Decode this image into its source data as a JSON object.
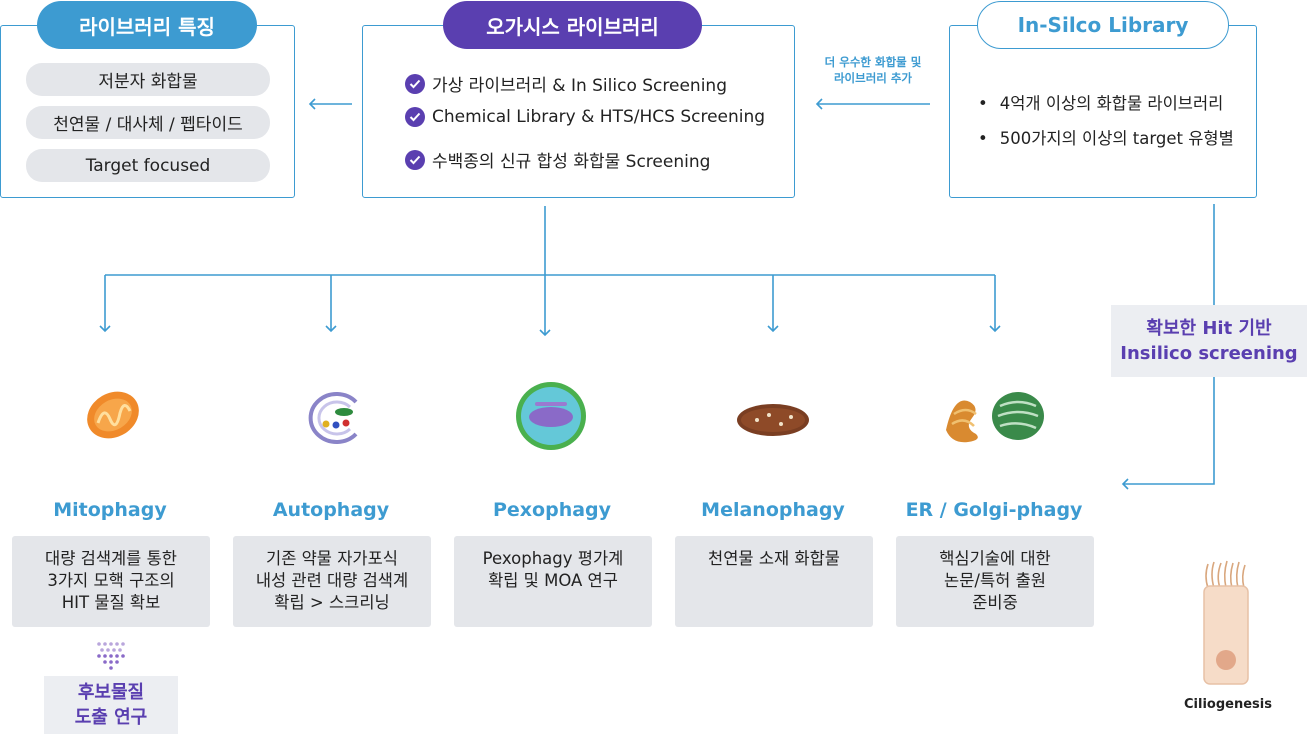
{
  "features": {
    "title": "라이브러리 특징",
    "items": [
      "저분자 화합물",
      "천연물 / 대사체 / 펩타이드",
      "Target focused"
    ]
  },
  "oasis": {
    "title": "오가시스 라이브러리",
    "items": [
      "가상 라이브러리 & In Silico Screening",
      "Chemical Library & HTS/HCS Screening",
      "수백종의 신규 합성 화합물 Screening"
    ]
  },
  "insilico": {
    "title": "In-Silco Library",
    "items": [
      "4억개 이상의 화합물 라이브러리",
      "500가지의 이상의 target 유형별"
    ]
  },
  "arrow_note": {
    "line1": "더 우수한 화합물 및",
    "line2": "라이브러리 추가"
  },
  "hit_label": {
    "line1": "확보한 Hit 기반",
    "line2": "Insilico screening"
  },
  "phagies": [
    {
      "name": "Mitophagy",
      "desc": "대량 검색계를 통한\n3가지 모핵 구조의\nHIT 물질 확보",
      "icon": "mitochondria-icon"
    },
    {
      "name": "Autophagy",
      "desc": "기존 약물 자가포식\n내성 관련 대량 검색계\n확립 > 스크리닝",
      "icon": "autophagosome-icon"
    },
    {
      "name": "Pexophagy",
      "desc": "Pexophagy 평가계\n확립 및 MOA 연구",
      "icon": "peroxisome-icon"
    },
    {
      "name": "Melanophagy",
      "desc": "천연물 소재 화합물",
      "icon": "melanosome-icon"
    },
    {
      "name": "ER / Golgi-phagy",
      "desc": "핵심기술에 대한\n논문/특허 출원\n준비중",
      "icon": "er-golgi-icon"
    }
  ],
  "candidate": {
    "line1": "후보물질",
    "line2": "도출 연구"
  },
  "cilio": {
    "label": "Ciliogenesis"
  },
  "colors": {
    "blue": "#3d9bd1",
    "purple": "#5a3fb0",
    "grey": "#e4e6ea"
  }
}
